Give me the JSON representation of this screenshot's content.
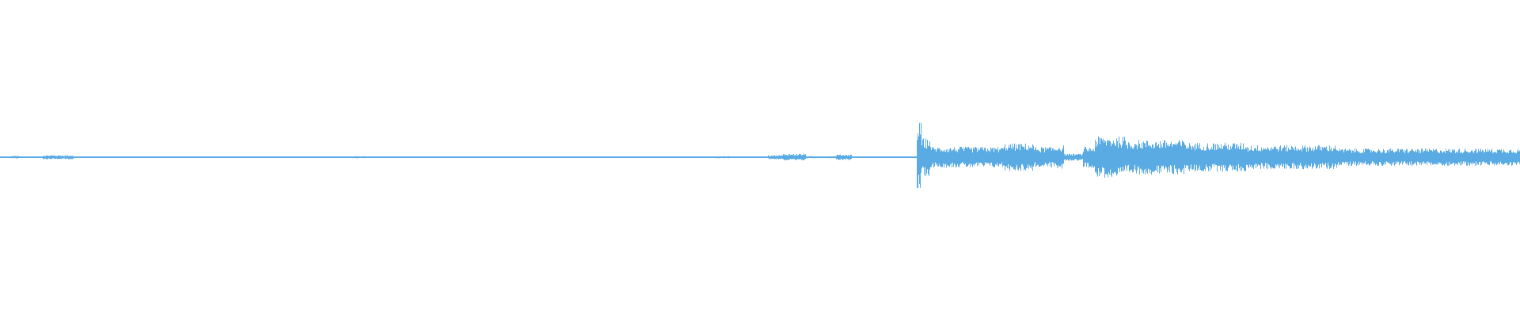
{
  "waveform": {
    "color": "#5aabe3",
    "background": "#ffffff",
    "silent_ratio": 0.603,
    "onset_ratio": 0.604,
    "segments": [
      {
        "from": 0.0,
        "to": 0.007,
        "amplitude": 0.02
      },
      {
        "from": 0.007,
        "to": 0.012,
        "amplitude": 0.04
      },
      {
        "from": 0.012,
        "to": 0.028,
        "amplitude": 0.025
      },
      {
        "from": 0.028,
        "to": 0.048,
        "amplitude": 0.06
      },
      {
        "from": 0.048,
        "to": 0.23,
        "amplitude": 0.015
      },
      {
        "from": 0.23,
        "to": 0.24,
        "amplitude": 0.03
      },
      {
        "from": 0.24,
        "to": 0.47,
        "amplitude": 0.015
      },
      {
        "from": 0.47,
        "to": 0.48,
        "amplitude": 0.03
      },
      {
        "from": 0.48,
        "to": 0.505,
        "amplitude": 0.02
      },
      {
        "from": 0.505,
        "to": 0.515,
        "amplitude": 0.06
      },
      {
        "from": 0.515,
        "to": 0.53,
        "amplitude": 0.1
      },
      {
        "from": 0.53,
        "to": 0.55,
        "amplitude": 0.03
      },
      {
        "from": 0.55,
        "to": 0.56,
        "amplitude": 0.08
      },
      {
        "from": 0.56,
        "to": 0.603,
        "amplitude": 0.02
      },
      {
        "from": 0.603,
        "to": 0.606,
        "amplitude": 1.0
      },
      {
        "from": 0.606,
        "to": 0.612,
        "amplitude": 0.55
      },
      {
        "from": 0.612,
        "to": 0.66,
        "amplitude": 0.3
      },
      {
        "from": 0.66,
        "to": 0.68,
        "amplitude": 0.4
      },
      {
        "from": 0.68,
        "to": 0.695,
        "amplitude": 0.3
      },
      {
        "from": 0.695,
        "to": 0.7,
        "amplitude": 0.35
      },
      {
        "from": 0.7,
        "to": 0.712,
        "amplitude": 0.1
      },
      {
        "from": 0.712,
        "to": 0.72,
        "amplitude": 0.3
      },
      {
        "from": 0.72,
        "to": 0.74,
        "amplitude": 0.6
      },
      {
        "from": 0.74,
        "to": 0.78,
        "amplitude": 0.5
      },
      {
        "from": 0.78,
        "to": 0.82,
        "amplitude": 0.42
      },
      {
        "from": 0.82,
        "to": 0.88,
        "amplitude": 0.35
      },
      {
        "from": 0.88,
        "to": 1.0,
        "amplitude": 0.25
      }
    ]
  }
}
